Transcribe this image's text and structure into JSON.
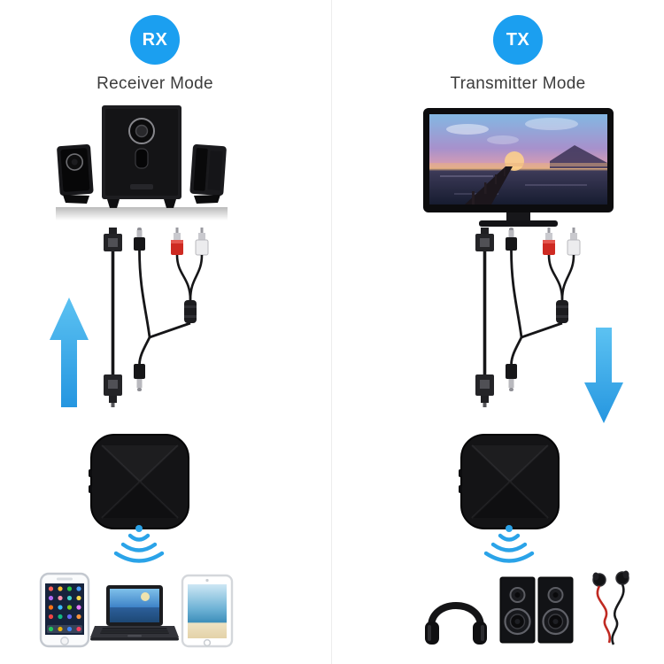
{
  "colors": {
    "background": "#ffffff",
    "badge_blue": "#1b9ff0",
    "arrow_blue": "#35a9e8",
    "signal_wave_blue": "#2aa3e8",
    "title_text": "#3c3c3c",
    "rca_red_plug": "#ce2a22",
    "rca_white_plug": "#ececee",
    "earbud_cable_red": "#c02a22",
    "device_black": "#141416"
  },
  "left_panel": {
    "badge": "RX",
    "title": "Receiver Mode",
    "illustrations": [
      "speaker-system",
      "audio-cables",
      "up-arrow",
      "bluetooth-adapter",
      "signal-waves"
    ],
    "device_icons": [
      "smartphone-icon",
      "laptop-icon",
      "tablet-icon"
    ]
  },
  "right_panel": {
    "badge": "TX",
    "title": "Transmitter Mode",
    "illustrations": [
      "television",
      "audio-cables",
      "down-arrow",
      "bluetooth-adapter",
      "signal-waves"
    ],
    "device_icons": [
      "headphones-icon",
      "loudspeakers-icon",
      "earbuds-icon"
    ]
  }
}
